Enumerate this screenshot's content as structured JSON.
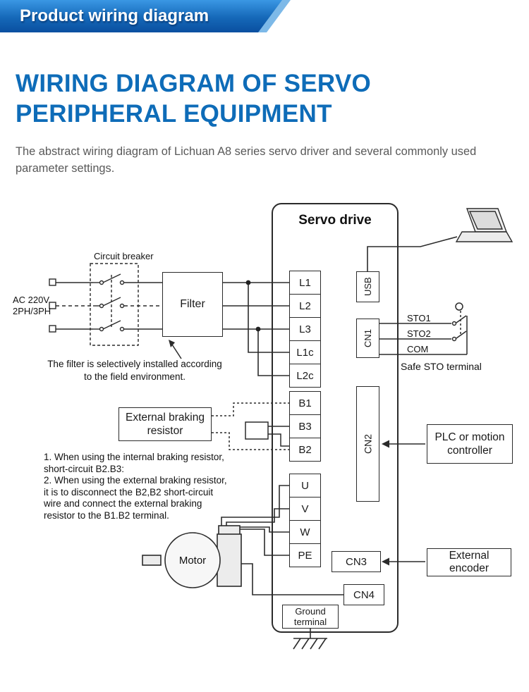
{
  "banner": {
    "title": "Product wiring diagram"
  },
  "heading": {
    "line1": "WIRING DIAGRAM OF SERVO",
    "line2": "PERIPHERAL EQUIPMENT"
  },
  "intro": {
    "text": "The abstract wiring diagram of Lichuan A8 series servo driver and several commonly used parameter settings."
  },
  "colors": {
    "banner_blue_light": "#3a97e4",
    "banner_blue_dark": "#0a4fa0",
    "heading_blue": "#0e6cb8",
    "line_color": "#2b2b2b"
  },
  "diagram": {
    "servo_drive_label": "Servo drive",
    "circuit_breaker_label": "Circuit breaker",
    "ac_label_line1": "AC 220V",
    "ac_label_line2": "2PH/3PH",
    "filter_label": "Filter",
    "filter_note_line1": "The filter is selectively installed according",
    "filter_note_line2": "to the field environment.",
    "power_terminals": [
      "L1",
      "L2",
      "L3",
      "L1c",
      "L2c"
    ],
    "brake_terminals": [
      "B1",
      "B3",
      "B2"
    ],
    "motor_terminals": [
      "U",
      "V",
      "W",
      "PE"
    ],
    "connectors": {
      "usb": "USB",
      "cn1": "CN1",
      "cn2": "CN2",
      "cn3": "CN3",
      "cn4": "CN4"
    },
    "braking_resistor_line1": "External braking",
    "braking_resistor_line2": "resistor",
    "notes": [
      "1. When using the internal braking resistor,",
      "short-circuit B2.B3:",
      "2. When using the external braking resistor,",
      "it is to disconnect the B2,B2 short-circuit",
      "wire and connect the external braking",
      "resistor to the B1.B2 terminal."
    ],
    "motor_label": "Motor",
    "sto": {
      "labels": [
        "STO1",
        "STO2",
        "COM"
      ],
      "caption": "Safe STO terminal"
    },
    "plc_line1": "PLC or motion",
    "plc_line2": "controller",
    "encoder_line1": "External",
    "encoder_line2": "encoder",
    "ground_line1": "Ground",
    "ground_line2": "terminal"
  }
}
